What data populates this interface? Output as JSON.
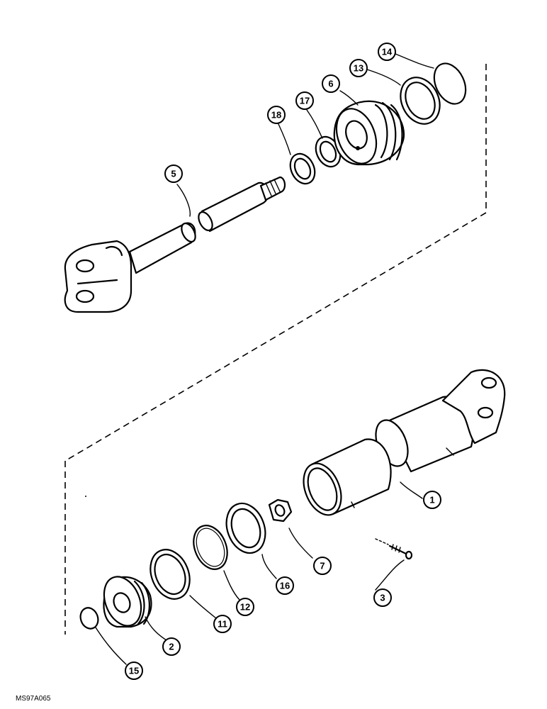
{
  "drawing_code": "MS97A065",
  "callouts": [
    {
      "id": "1",
      "label": "1"
    },
    {
      "id": "2",
      "label": "2"
    },
    {
      "id": "3",
      "label": "3"
    },
    {
      "id": "5",
      "label": "5"
    },
    {
      "id": "6",
      "label": "6"
    },
    {
      "id": "7",
      "label": "7"
    },
    {
      "id": "11",
      "label": "11"
    },
    {
      "id": "12",
      "label": "12"
    },
    {
      "id": "13",
      "label": "13"
    },
    {
      "id": "14",
      "label": "14"
    },
    {
      "id": "15",
      "label": "15"
    },
    {
      "id": "16",
      "label": "16"
    },
    {
      "id": "17",
      "label": "17"
    },
    {
      "id": "18",
      "label": "18"
    }
  ]
}
